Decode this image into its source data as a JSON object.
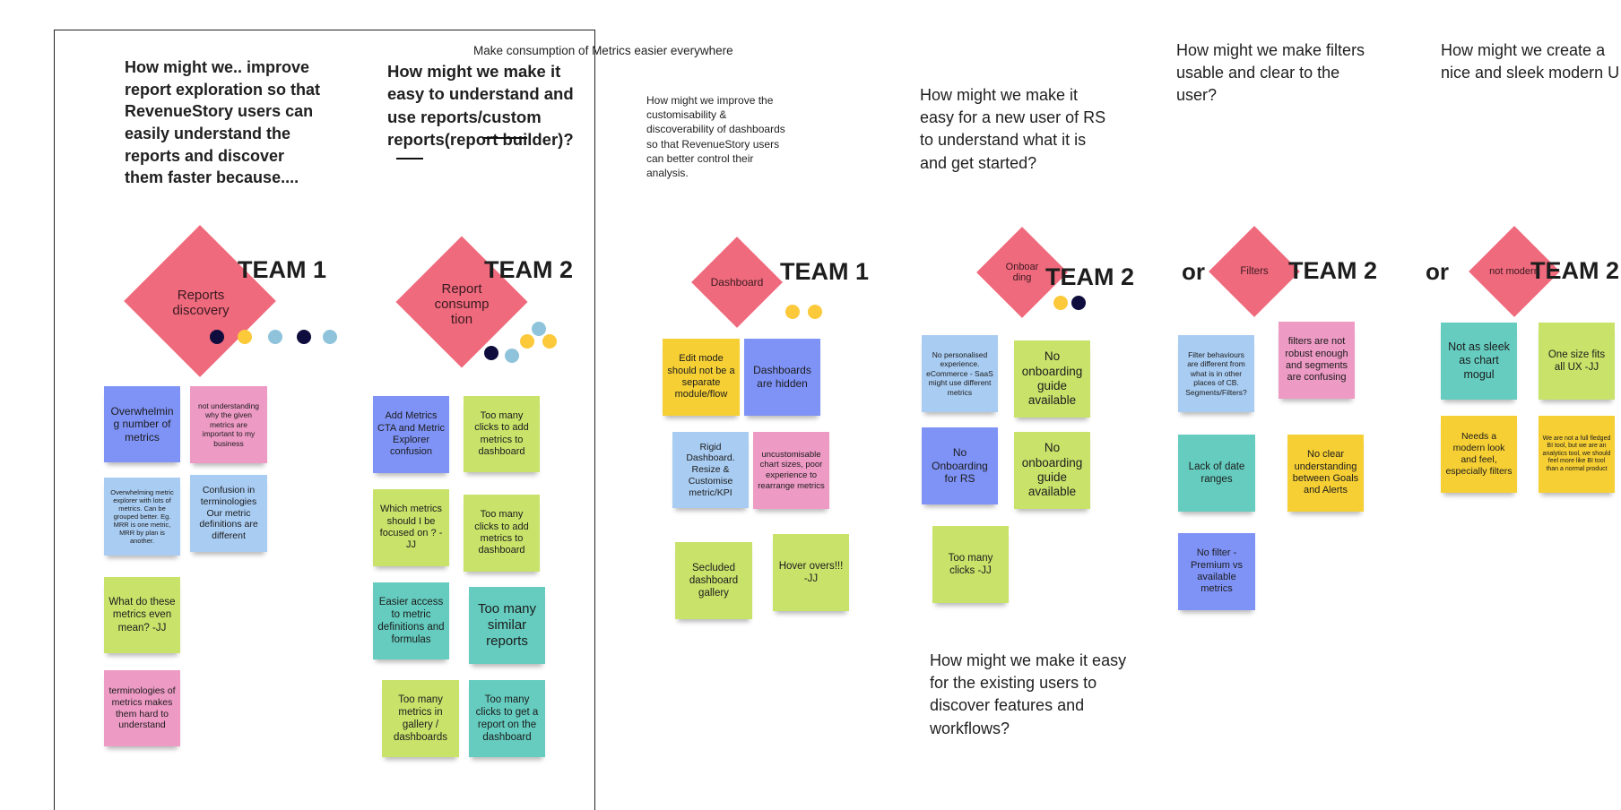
{
  "board_title": "Make consumption of Metrics easier everywhere",
  "questions": {
    "q1": "How might we..  improve report exploration so that RevenueStory users can easily understand the reports and discover them faster because....",
    "q2": "How might we make it easy to understand and use reports/custom reports(report builder)?",
    "q3": "How might we improve the customisability & discoverability of dashboards so that RevenueStory users can better control their analysis.",
    "q4": "How might we make it easy for a new user of RS to understand what it is and get started?",
    "q5": "How might we make it easy for the existing users to discover features and workflows?",
    "q6": "How might we make filters usable and clear to the user?",
    "q7": "How might we create a nice and sleek modern U"
  },
  "teams": {
    "t1": "TEAM 1",
    "t2": "TEAM 2",
    "t3": "TEAM 1",
    "t4": "TEAM 2",
    "t5": "TEAM 2",
    "t6": "TEAM 2"
  },
  "or_labels": {
    "or1": "or",
    "or2": "or"
  },
  "diamonds": {
    "reports_discovery": "Reports discovery",
    "report_consumption": "Report consump tion",
    "dashboard": "Dashboard",
    "onboarding": "Onboar ding",
    "filters": "Filters",
    "not_modern": "not modern"
  },
  "stickies": {
    "s1": "Overwhelmin g number of metrics",
    "s2": "not understanding why the given metrics are important to my business",
    "s3": "Overwhelming metric explorer with lots of metrics. Can be grouped better. Eg. MRR is one metric, MRR by plan is another.",
    "s4": "Confusion in terminologies Our metric definitions are different",
    "s5": "What do these metrics even mean? -JJ",
    "s6": "terminologies of metrics makes them hard to understand",
    "s7": "Add Metrics CTA and Metric Explorer confusion",
    "s8": "Too many clicks to add metrics to dashboard",
    "s9": "Which metrics should I be focused on ? -JJ",
    "s10": "Too many clicks to add metrics to dashboard",
    "s11": "Easier access to metric definitions and formulas",
    "s12": "Too many similar reports",
    "s13": "Too many metrics in gallery / dashboards",
    "s14": "Too many clicks to get a report on the dashboard",
    "s15": "Edit mode should not be a separate module/flow",
    "s16": "Dashboards are hidden",
    "s17": "Rigid Dashboard. Resize & Customise metric/KPI",
    "s18": "uncustomisable chart sizes, poor experience to rearrange metrics",
    "s19": "Secluded dashboard gallery",
    "s20": "Hover overs!!! -JJ",
    "s21": "No personalised experience. eCommerce - SaaS might use different metrics",
    "s22": "No onboarding guide available",
    "s23": "No Onboarding for RS",
    "s24": "No onboarding guide available",
    "s25": "Too many clicks -JJ",
    "s26": "Filter behaviours are different from what is in other places of CB. Segments/Filters?",
    "s27": "filters  are not robust enough and segments are confusing",
    "s28": "Lack of date ranges",
    "s29": "No clear understanding between Goals and Alerts",
    "s30": "No filter - Premium vs available metrics",
    "s31": "Not as sleek as chart mogul",
    "s32": "One size fits all UX -JJ",
    "s33": "Needs a modern look and feel, especially filters",
    "s34": "We are not a full fledged BI tool, but we are an analytics tool, we should feel more like BI tool than a normal product"
  },
  "colors": {
    "diamond": "#ef6a7c",
    "dot_navy": "#0e0d3d",
    "dot_yellow": "#fbc93a",
    "dot_blue": "#8fc3dc",
    "sticky_periwinkle": "#7f93f7",
    "sticky_pink": "#ed9ac4",
    "sticky_lightblue": "#a9ccf2",
    "sticky_lime": "#c8e26a",
    "sticky_teal": "#65ccbf",
    "sticky_yellow": "#f6cf34"
  }
}
